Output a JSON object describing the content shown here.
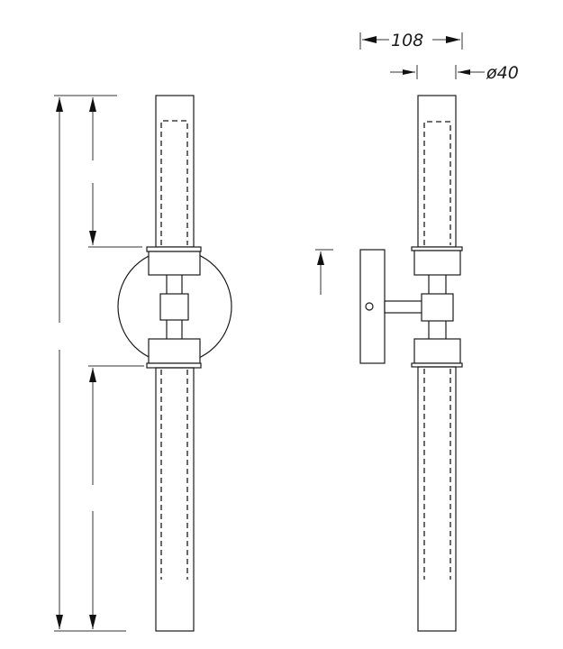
{
  "drawing": {
    "title": "Wall sconce technical drawing",
    "views": [
      "front-view",
      "side-view"
    ],
    "dimensions": {
      "width_label": "108",
      "diameter_label": "ø40"
    },
    "colors": {
      "line": "#1a1a1a",
      "background": "#ffffff"
    }
  }
}
